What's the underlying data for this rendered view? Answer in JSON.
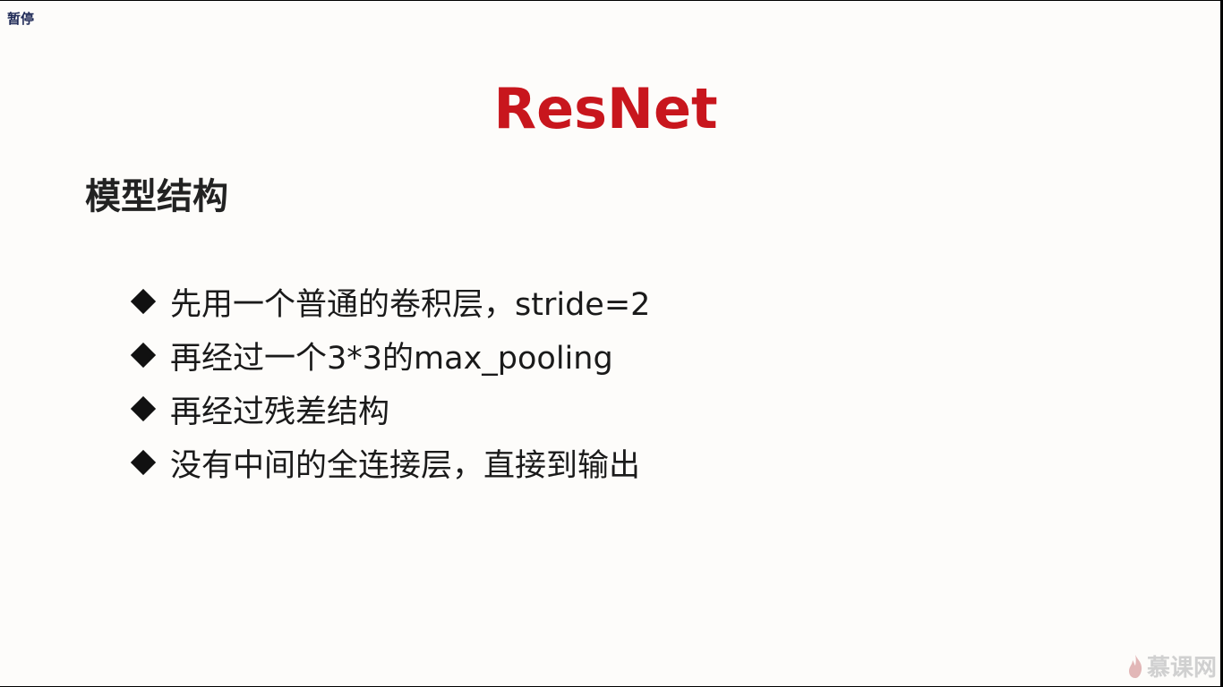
{
  "player": {
    "pause_label": "暂停"
  },
  "slide": {
    "title": "ResNet",
    "section_heading": "模型结构",
    "bullets": [
      "先用一个普通的卷积层，stride=2",
      "再经过一个3*3的max_pooling",
      "再经过残差结构",
      "没有中间的全连接层，直接到输出"
    ]
  },
  "watermark": {
    "text": "慕课网"
  },
  "colors": {
    "title": "#c8161d",
    "background": "#fdfcfa",
    "text": "#1a1a1a",
    "pause_badge": "#1f2a57",
    "watermark": "#d0d0d0"
  }
}
